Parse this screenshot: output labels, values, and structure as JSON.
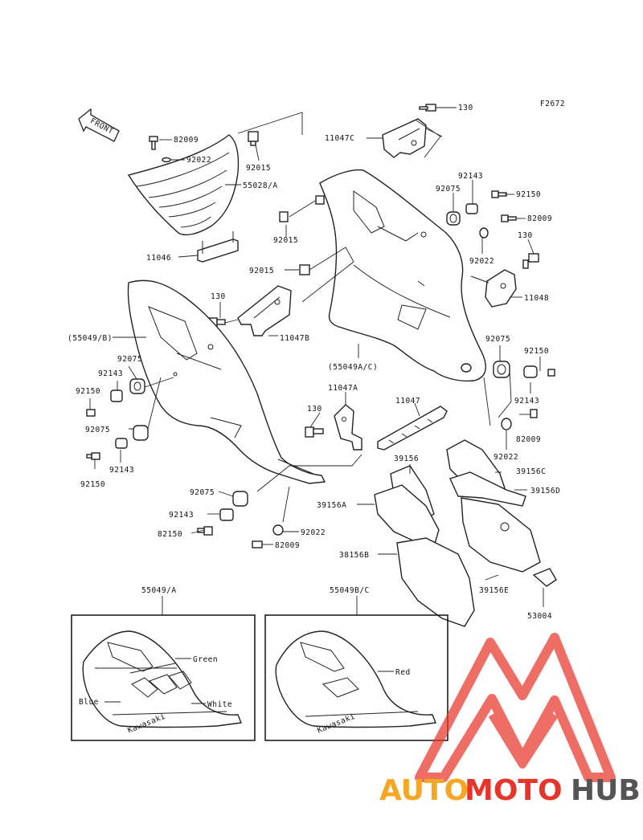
{
  "diagram_code": "F2672",
  "front_label": "FRONT",
  "callouts": {
    "c130_top": "130",
    "c11047C": "11047C",
    "c82009_top": "82009",
    "c92022_top": "92022",
    "c92015_a": "92015",
    "c55028A": "55028/A",
    "c11046": "11046",
    "c92143_r1": "92143",
    "c92075_r1": "92075",
    "c92150_r1": "92150",
    "c82009_r1": "82009",
    "c92015_b": "92015",
    "c92015_c": "92015",
    "c92022_r1": "92022",
    "c130_r": "130",
    "c11048": "11048",
    "c130_l": "130",
    "c11047B": "11047B",
    "c55049B": "(55049/B)",
    "c92075_l1": "92075",
    "c92143_l1": "92143",
    "c92150_l1": "92150",
    "c92075_l2": "92075",
    "c92143_l2": "92143",
    "c92150_l2": "92150",
    "c55049AC": "(55049A/C)",
    "c92075_r2": "92075",
    "c92150_r2": "92150",
    "c92143_r2": "92143",
    "c11047A": "11047A",
    "c130_m": "130",
    "c11047": "11047",
    "c82009_r2": "82009",
    "c92022_r2": "92022",
    "c39156": "39156",
    "c39156C": "39156C",
    "c39156D": "39156D",
    "c92075_b": "92075",
    "c39156A": "39156A",
    "c92143_b": "92143",
    "c82150_b": "82150",
    "c92022_b": "92022",
    "c82009_b": "82009",
    "c38156B": "38156B",
    "c39156E": "39156E",
    "c53004": "53004"
  },
  "inset_left": {
    "part": "55049/A",
    "brand": "Kawasaki",
    "colors": [
      "Green",
      "Blue",
      "White"
    ]
  },
  "inset_right": {
    "part": "55049B/C",
    "brand": "Kawasaki",
    "colors": [
      "Red"
    ]
  },
  "watermark": {
    "auto": "AUTO",
    "moto": "MOTO",
    "hub": "HUB"
  },
  "palette": {
    "line": "#222222",
    "watermark_red": "#e8352b",
    "watermark_orange": "#f5a623",
    "watermark_grey": "#555555"
  }
}
